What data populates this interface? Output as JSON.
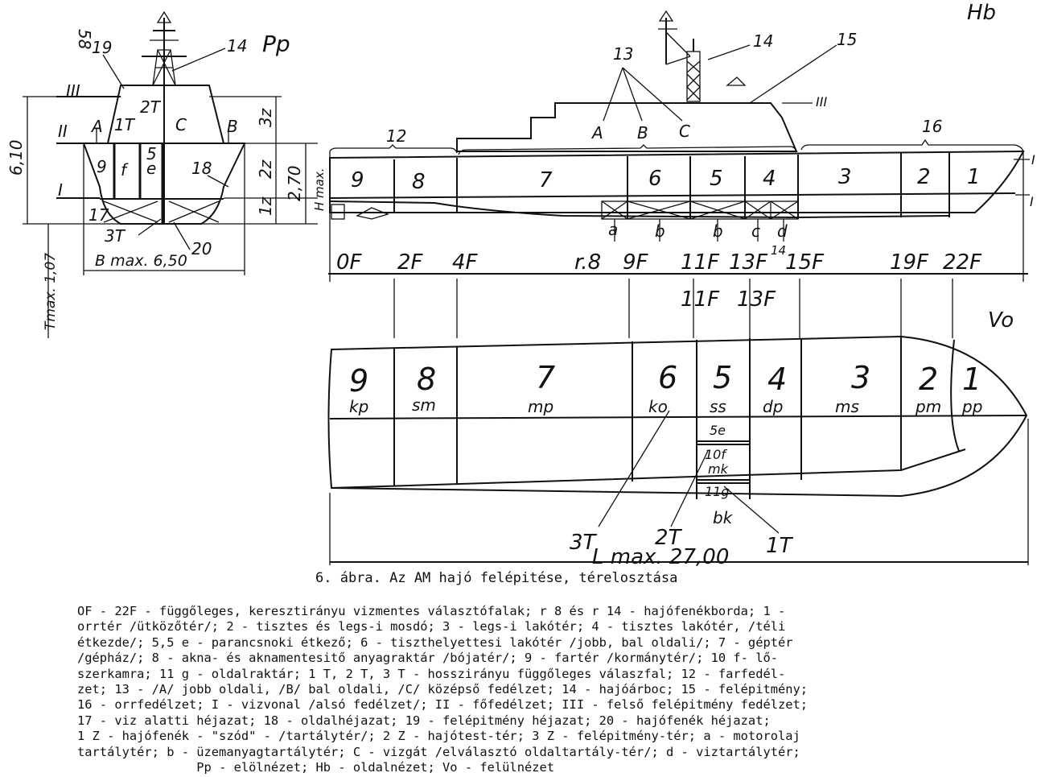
{
  "page_number": "58",
  "views": {
    "front": "Pp",
    "side": "Hb",
    "top": "Vo"
  },
  "front_view": {
    "levels": [
      "III",
      "II",
      "I"
    ],
    "callouts": [
      "19",
      "14",
      "17",
      "18",
      "20",
      "3T"
    ],
    "compartments": [
      "A",
      "1T",
      "2T",
      "C",
      "B",
      "9",
      "f",
      "5",
      "e"
    ],
    "dims": {
      "height_total": "6,10",
      "height_2": "2,70",
      "h_max": "H max.",
      "z3": "3z",
      "z2": "2z",
      "z1": "1z",
      "t_max": "Tmax. 1,07",
      "b_max": "B max. 6,50"
    }
  },
  "side_view": {
    "callouts": [
      "13",
      "14",
      "15",
      "12",
      "16"
    ],
    "deck_labels": [
      "A",
      "B",
      "C"
    ],
    "level_labels": [
      "III",
      "I",
      "I"
    ],
    "compartments": [
      "9",
      "8",
      "7",
      "6",
      "5",
      "4",
      "3",
      "2",
      "1"
    ],
    "tanks": [
      "a",
      "b",
      "b",
      "c",
      "d"
    ],
    "frames": [
      "0F",
      "2F",
      "4F",
      "r.8",
      "9F",
      "11F",
      "13F",
      "14",
      "15F",
      "19F",
      "22F"
    ],
    "frames_below": [
      "11F",
      "13F"
    ]
  },
  "top_view": {
    "compartments": [
      {
        "num": "9",
        "code": "kp"
      },
      {
        "num": "8",
        "code": "sm"
      },
      {
        "num": "7",
        "code": "mp"
      },
      {
        "num": "6",
        "code": "ko"
      },
      {
        "num": "5",
        "code": "ss"
      },
      {
        "num": "4",
        "code": "dp"
      },
      {
        "num": "3",
        "code": "ms"
      },
      {
        "num": "2",
        "code": "pm"
      },
      {
        "num": "1",
        "code": "pp"
      }
    ],
    "inner": [
      "5e",
      "10f",
      "mk",
      "11g",
      "bk"
    ],
    "bulkheads": [
      "3T",
      "2T",
      "1T"
    ],
    "length": "L max. 27,00"
  },
  "caption": "6. ábra. Az AM hajó felépitése, térelosztása",
  "legend": "OF - 22F - függőleges, keresztirányu vizmentes választófalak; r 8 és r 14 - hajófenékborda; 1 -\norrtér /ütközőtér/; 2 - tisztes és legs-i mosdó; 3 - legs-i lakótér; 4 - tisztes lakótér, /téli\nétkezde/; 5,5 e - parancsnoki étkező; 6 - tiszthelyettesi lakótér /jobb, bal oldali/; 7 - géptér\n/gépház/; 8 - akna- és aknamentesitő anyagraktár /bójatér/; 9 - fartér /kormánytér/; 10 f- lő-\nszerkamra; 11 g - oldalraktár; 1 T, 2 T, 3 T - hosszirányu függőleges válaszfal; 12 - farfedél-\nzet; 13 - /A/ jobb oldali, /B/ bal oldali, /C/ középső fedélzet; 14 - hajóárboc; 15 - felépitmény;\n16 - orrfedélzet; I - vizvonal /alsó fedélzet/; II - főfedélzet; III - felső felépitmény fedélzet;\n17 - viz alatti héjazat; 18 - oldalhéjazat; 19 - felépitmény héjazat; 20 - hajófenék héjazat;\n1 Z - hajófenék - \"szód\" - /tartálytér/; 2 Z - hajótest-tér; 3 Z - felépitmény-tér; a - motorolaj\ntartálytér; b - üzemanyagtartálytér; C - vizgát /elválasztó oldaltartály-tér/; d - viztartálytér;\n                Pp - elölnézet; Hb - oldalnézet; Vo - felülnézet"
}
